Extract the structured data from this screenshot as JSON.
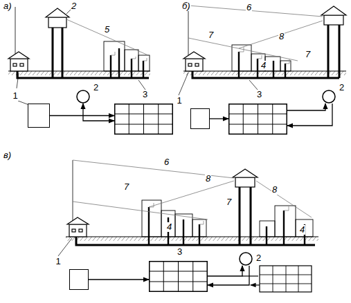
{
  "diagram": {
    "nodes": [
      {
        "text": [
          "1"
        ]
      },
      {
        "text": [
          "2"
        ]
      },
      {
        "text": [
          "3"
        ]
      },
      {
        "text": [
          "1"
        ]
      },
      {
        "text": [
          "3"
        ]
      },
      {
        "text": [
          "2"
        ]
      },
      {
        "text": [
          "1"
        ]
      },
      {
        "text": [
          "3"
        ]
      },
      {
        "text": [
          "2"
        ]
      }
    ],
    "edges": [
      {
        "from": 0,
        "to": 2,
        "arrow": "to"
      },
      {
        "from": 1,
        "to": 2,
        "arrow": "both"
      },
      {
        "from": 3,
        "to": 4,
        "arrow": "to"
      },
      {
        "from": 4,
        "to": 5,
        "arrow": "to"
      },
      {
        "from": 5,
        "to": 4,
        "arrow": "to"
      },
      {
        "from": 6,
        "to": 7,
        "arrow": "to"
      },
      {
        "from": 7,
        "to": 8,
        "arrow": "to"
      },
      {
        "from": 8,
        "to": 7,
        "arrow": "to"
      }
    ],
    "labels": [
      "а)",
      "2",
      "5",
      "б)",
      "6",
      "8",
      "7",
      "4",
      "7",
      "в)",
      "6",
      "8",
      "8",
      "7",
      "4",
      "7",
      "4"
    ]
  }
}
